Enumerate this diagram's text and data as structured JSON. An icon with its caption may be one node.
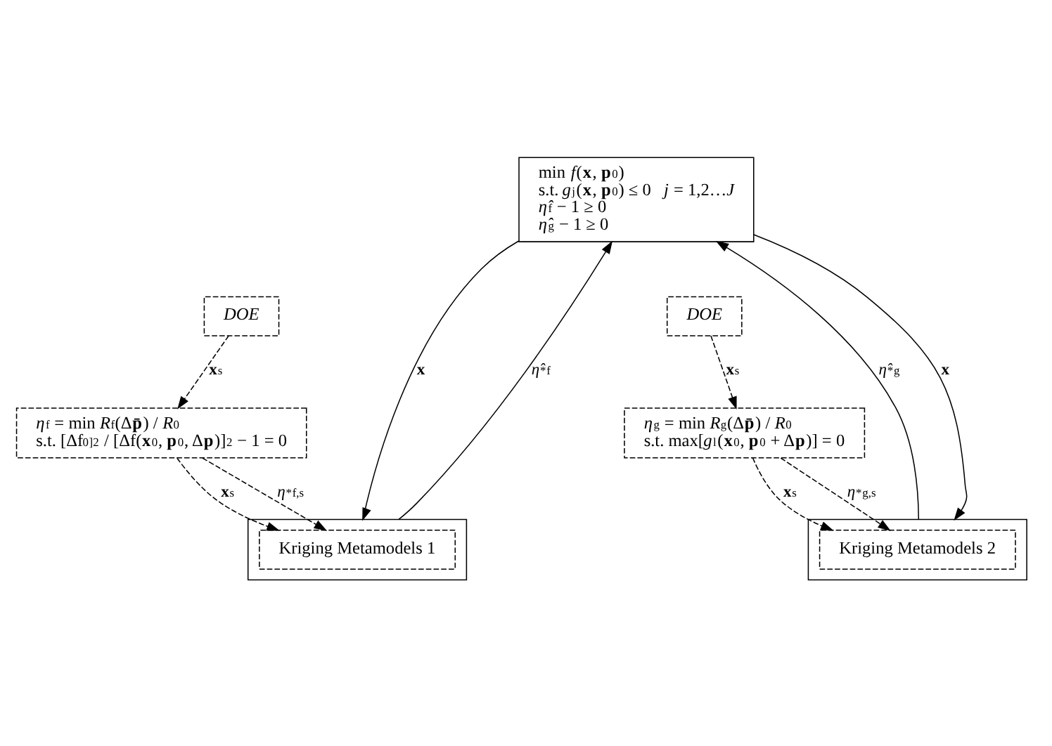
{
  "diagram": {
    "nodes": [
      {
        "text": [
          "min *f*(**x**, **p**$_{0}$)",
          "s.t. *g*$_{j}$(**x**, **p**$_{0}$) ≤ 0   *j* = 1,2…*J*",
          "*η̂*$_{f}$ − 1 ≥ 0",
          "*η̂*$_{g}$ − 1 ≥ 0"
        ]
      },
      {
        "text": [
          "DOE"
        ]
      },
      {
        "text": [
          "*η*$_{f}$ = min *R*$_{f}$(Δ**p̄**) / *R*$_{0}$",
          "s.t. [Δf$_{0}$]$^{2}$ / [Δf(**x**$_{0}$, **p**$_{0}$, Δ**p**)]$^{2}$ − 1 = 0"
        ]
      },
      {
        "text": [],
        "shape": "box"
      },
      {
        "text": [
          "Kriging Metamodels 1"
        ],
        "in": 3
      },
      {
        "text": [
          "DOE"
        ]
      },
      {
        "text": [
          "*η*$_{g}$ = min *R*$_{g}$(Δ**p̄**) / *R*$_{0}$",
          "s.t. max[*g*$_{l}$(**x**$_{0}$, **p**$_{0}$ + Δ**p**)] = 0"
        ]
      },
      {
        "text": [],
        "shape": "box"
      },
      {
        "text": [
          "Kriging Metamodels 2"
        ],
        "in": 7
      }
    ],
    "edges": [
      {
        "from": 0,
        "to": 3,
        "arrow": "to",
        "label": "**x**"
      },
      {
        "from": 1,
        "to": 2,
        "arrow": "to",
        "label": "**x**$_{s}$",
        "style": "dashed"
      },
      {
        "from": 2,
        "to": 4,
        "arrow": "to",
        "label": "**x**$_{s}$",
        "style": "dashed"
      },
      {
        "from": 2,
        "to": 4,
        "arrow": "to",
        "label": "*η*$^{*}$$_{f,s}$",
        "style": "dashed"
      },
      {
        "from": 3,
        "to": 0,
        "arrow": "to",
        "label": "*η̂*$^{*}$$_{f}$"
      },
      {
        "from": 7,
        "to": 0,
        "arrow": "to",
        "label": "*η̂*$^{*}$$_{g}$"
      },
      {
        "from": 5,
        "to": 6,
        "arrow": "to",
        "label": "**x**$_{s}$",
        "style": "dashed"
      },
      {
        "from": 6,
        "to": 8,
        "arrow": "to",
        "label": "**x**$_{s}$",
        "style": "dashed"
      },
      {
        "from": 6,
        "to": 8,
        "arrow": "to",
        "label": "*η*$^{*}$$_{g,s}$",
        "style": "dashed"
      },
      {
        "from": 0,
        "to": 7,
        "arrow": "to",
        "label": "**x**"
      }
    ]
  }
}
